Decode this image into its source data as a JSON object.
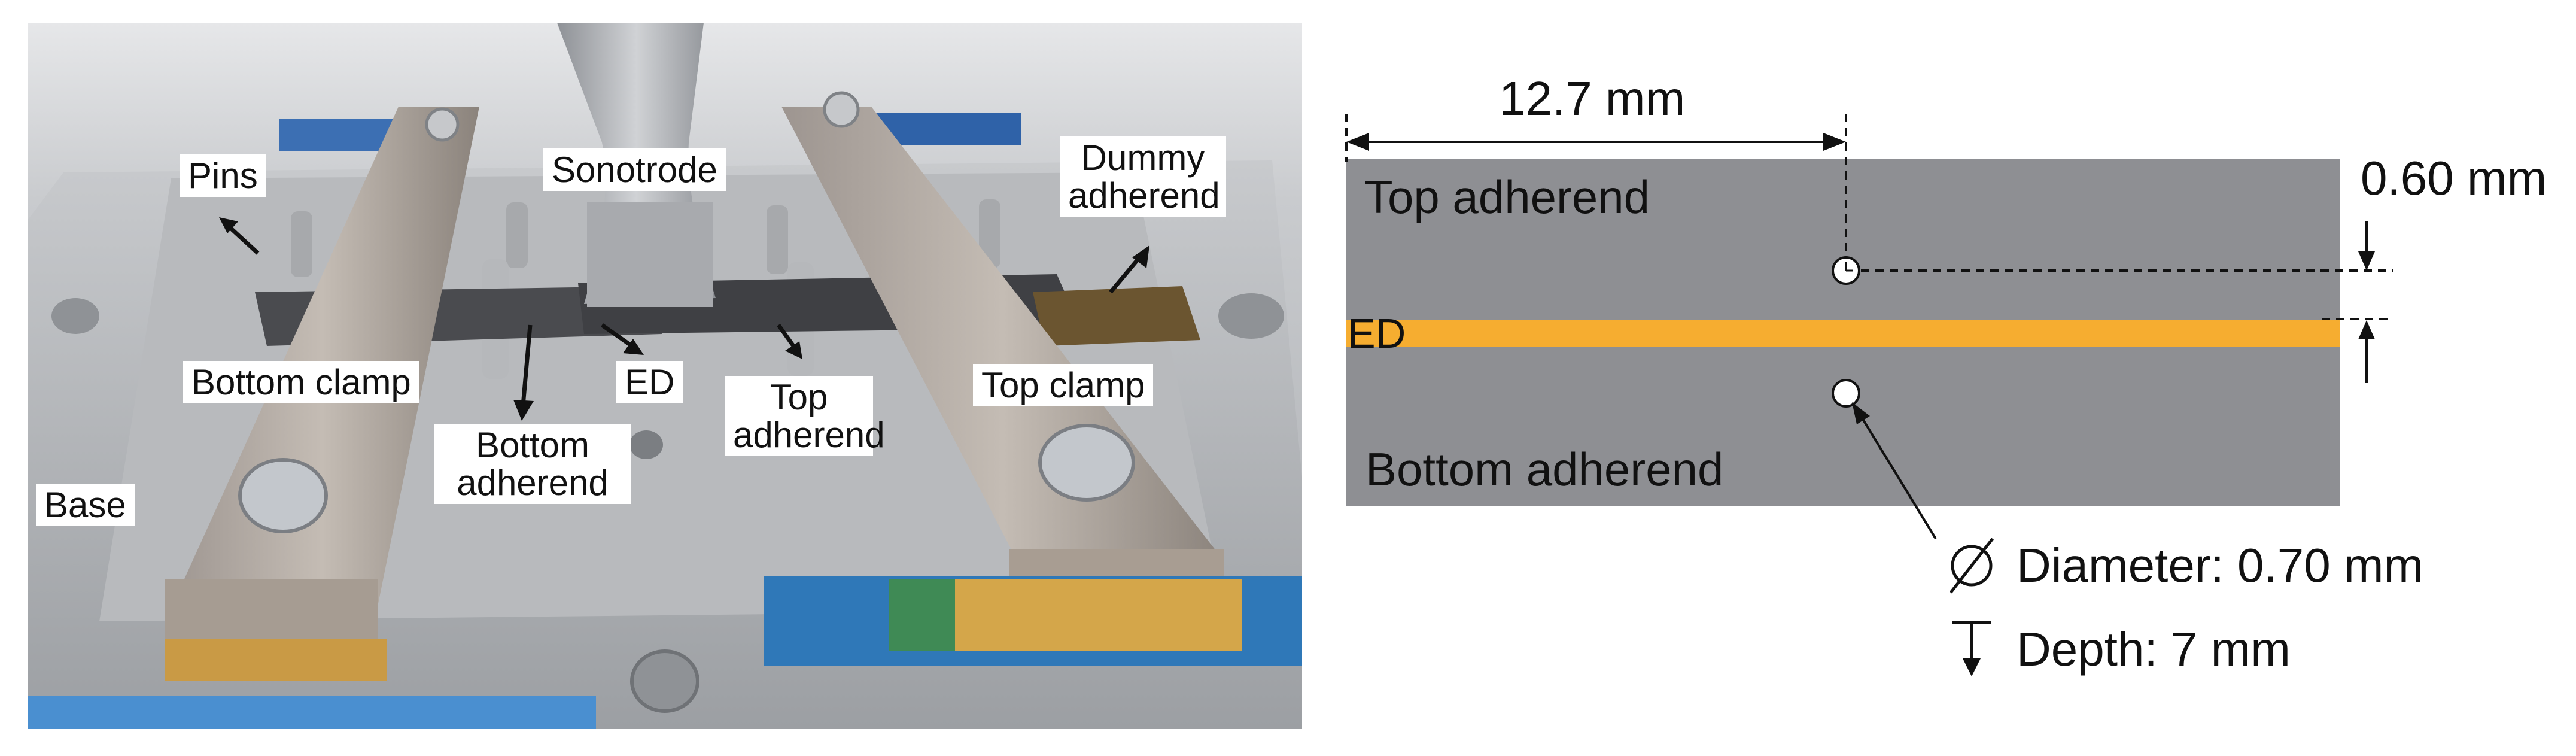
{
  "photo": {
    "labels": {
      "pins": "Pins",
      "sonotrode": "Sonotrode",
      "dummy_adherend": "Dummy adherend",
      "bottom_clamp": "Bottom clamp",
      "ed": "ED",
      "top_adherend": "Top adherend",
      "top_clamp": "Top clamp",
      "bottom_adherend": "Bottom adherend",
      "base": "Base"
    }
  },
  "schematic": {
    "overlap_length": "12.7 mm",
    "offset": "0.60 mm",
    "top_adherend": "Top adherend",
    "ed": "ED",
    "bottom_adherend": "Bottom adherend",
    "diameter": "Diameter: 0.70 mm",
    "depth": "Depth: 7 mm",
    "colors": {
      "adherend": "#8e8f93",
      "energy_director": "#f6ad30"
    }
  }
}
